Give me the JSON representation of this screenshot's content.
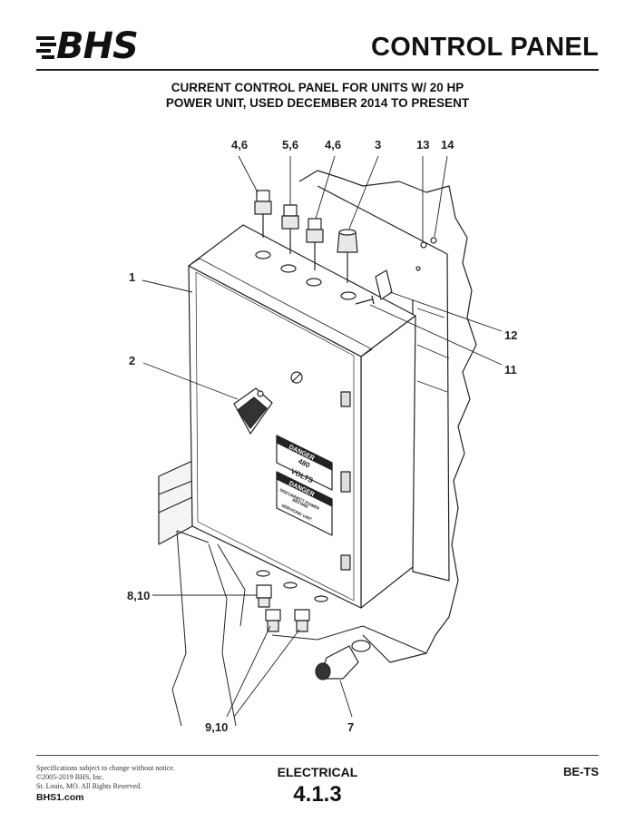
{
  "header": {
    "brand": "BHS",
    "title": "CONTROL PANEL",
    "subtitle_line1": "CURRENT CONTROL PANEL FOR UNITS W/ 20 HP",
    "subtitle_line2": "POWER UNIT, USED DECEMBER 2014 TO PRESENT"
  },
  "callouts": {
    "c1": "1",
    "c2": "2",
    "c3": "3",
    "c46a": "4,6",
    "c56": "5,6",
    "c46b": "4,6",
    "c13": "13",
    "c14": "14",
    "c12": "12",
    "c11": "11",
    "c810": "8,10",
    "c910": "9,10",
    "c7": "7"
  },
  "panel_labels": {
    "danger1_header": "DANGER",
    "danger1_line1": "480",
    "danger1_line2": "VOLTS",
    "danger2_header": "DANGER",
    "danger2_line1": "DISCONNECT POWER",
    "danger2_line2": "BEFORE",
    "danger2_line3": "SERVICING UNIT"
  },
  "footer": {
    "fine_print_1": "Specifications subject to change without notice.",
    "fine_print_2": "©2005-2019 BHS, Inc.",
    "fine_print_3": "St. Louis, MO.  All Rights Reserved.",
    "website": "BHS1.com",
    "section": "ELECTRICAL",
    "page_number": "4.1.3",
    "doc_id": "BE-TS"
  }
}
